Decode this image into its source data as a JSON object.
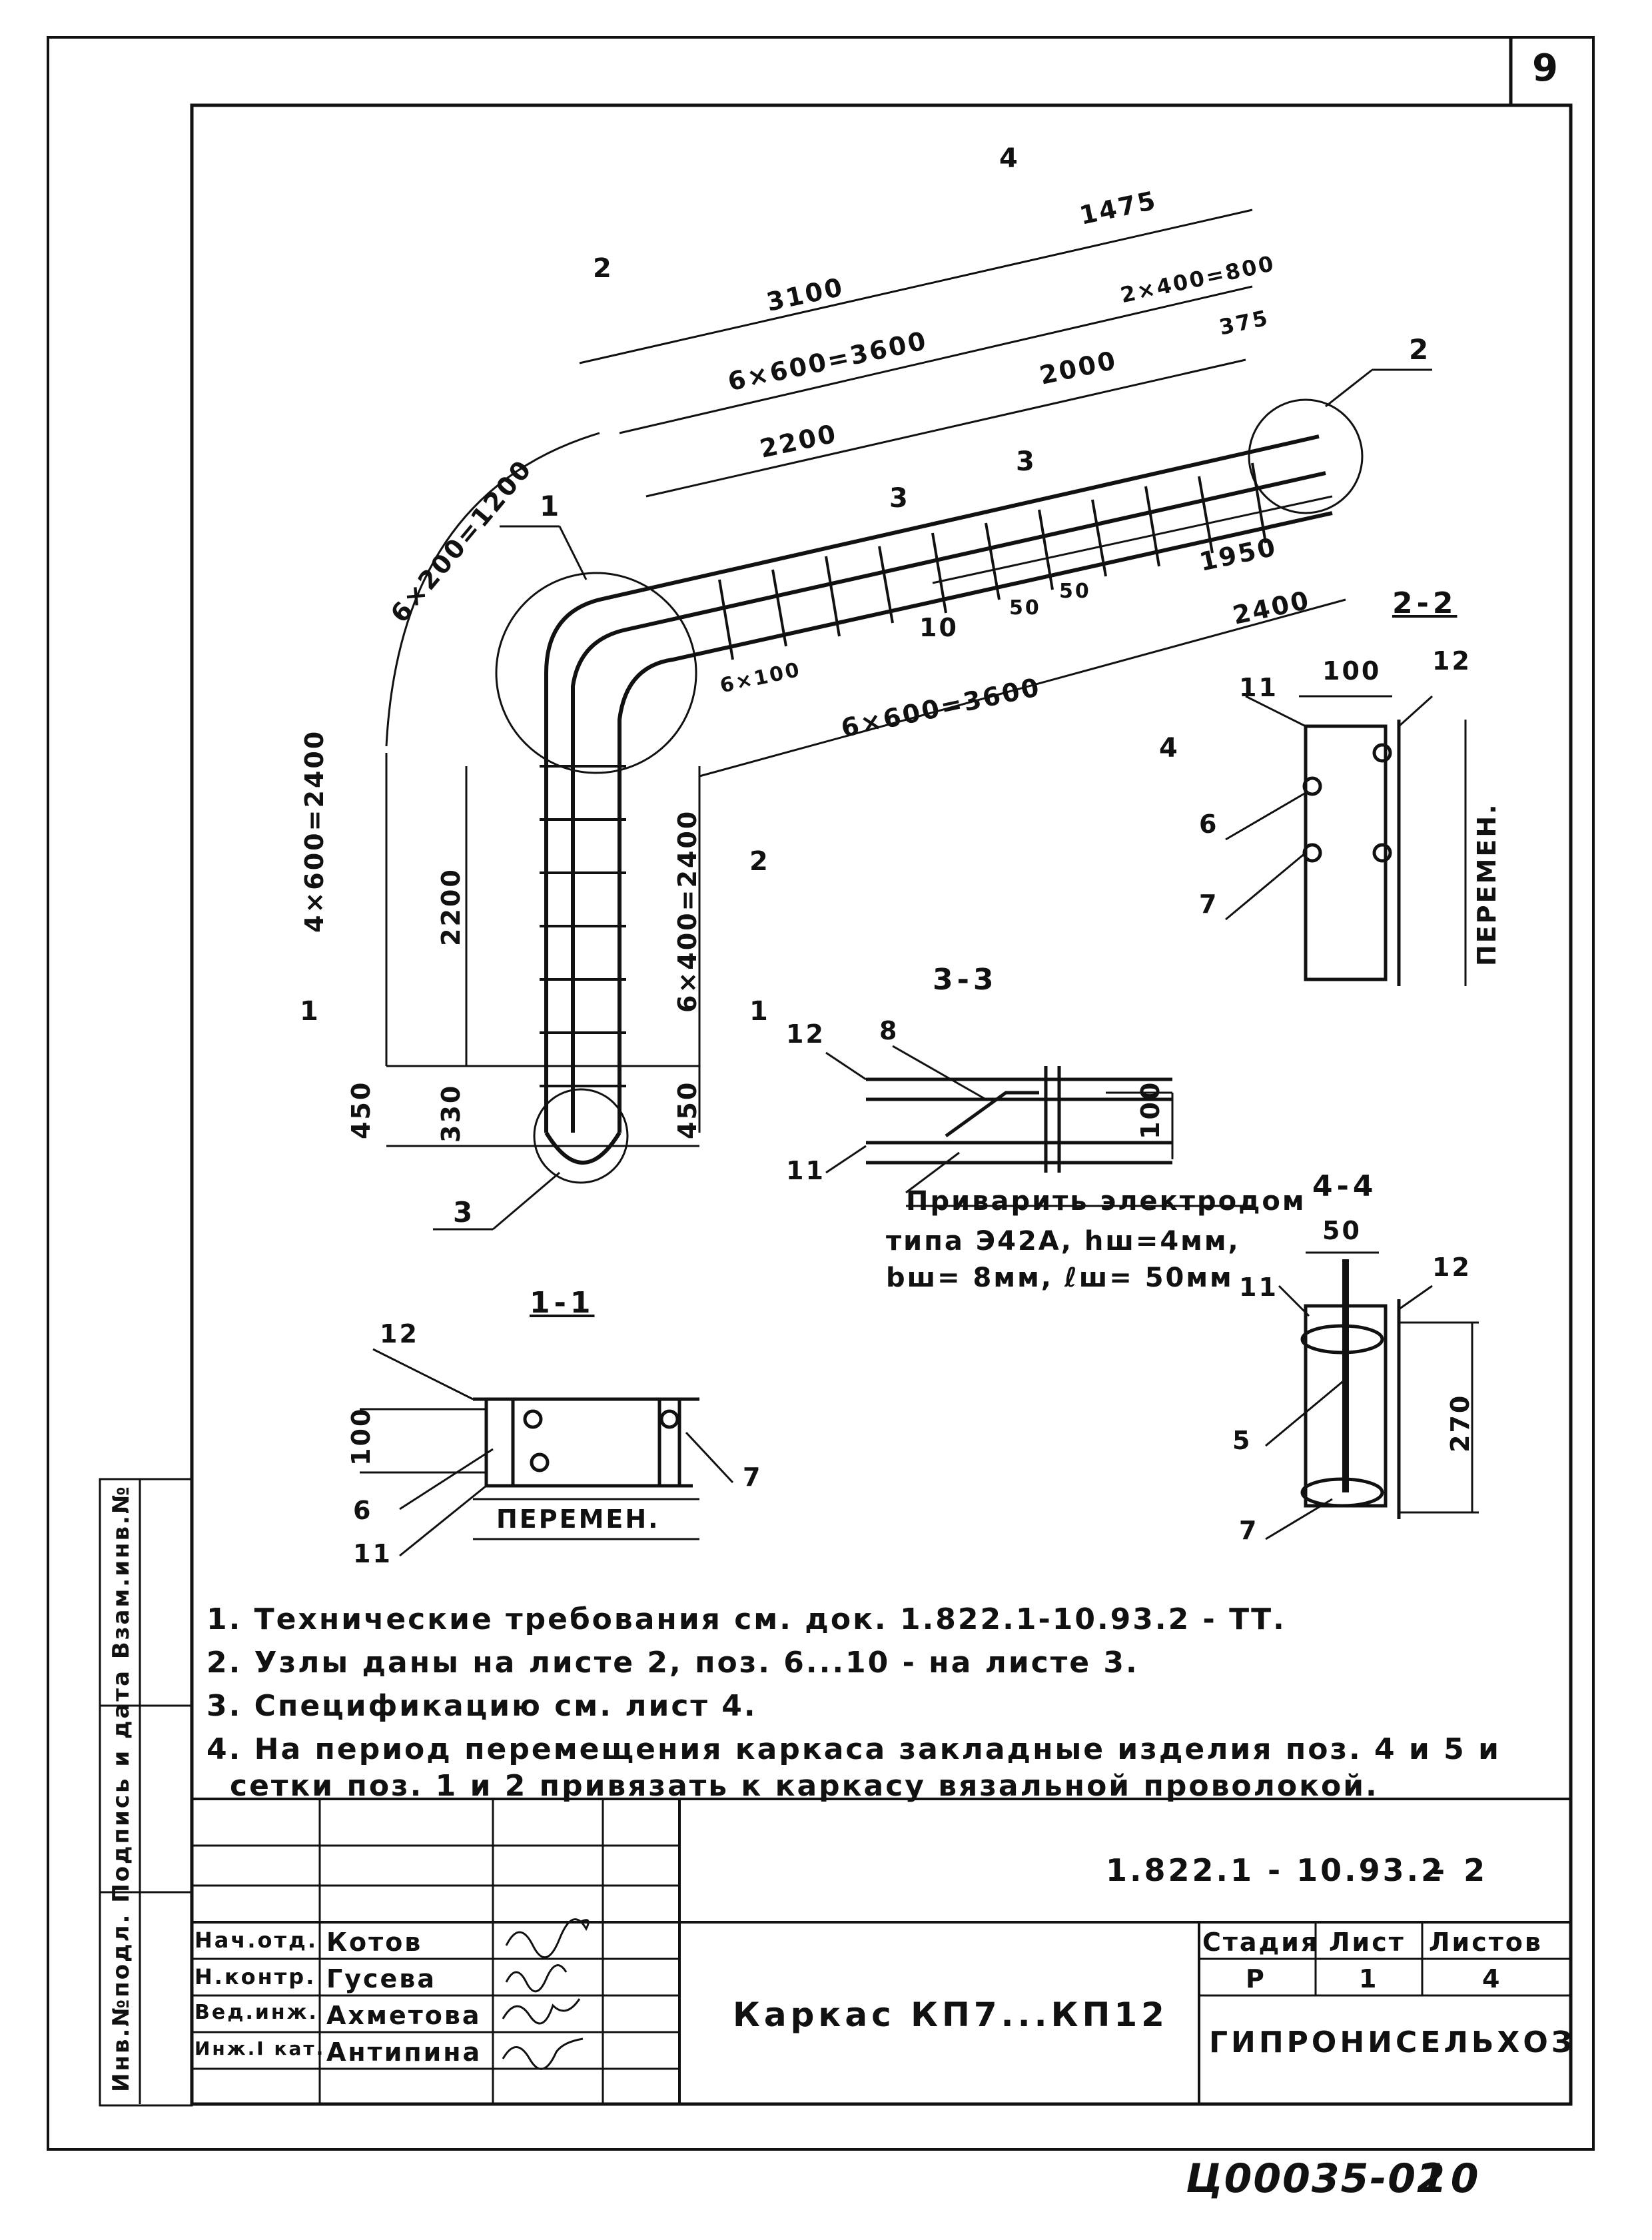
{
  "page_number": "9",
  "drawing": {
    "dims_top": [
      "1475",
      "3100",
      "2×400=800",
      "6×600=3600",
      "2000",
      "375",
      "2200",
      "1950",
      "2400",
      "50",
      "50",
      "10",
      "6×600=3600",
      "6×100"
    ],
    "dims_left": [
      "6×200=1200",
      "4×600=2400",
      "2200",
      "6×400=2400",
      "450",
      "330",
      "450"
    ],
    "section_marks": [
      "4",
      "2",
      "3",
      "3",
      "2",
      "4",
      "1",
      "1"
    ],
    "callouts": [
      "1",
      "2",
      "3"
    ]
  },
  "section_2_2": {
    "title": "2-2",
    "dim_top": "100",
    "side_label": "ПЕРЕМЕН.",
    "callouts": [
      "11",
      "12",
      "6",
      "7"
    ]
  },
  "section_3_3": {
    "title": "3-3",
    "dim": "100",
    "callouts": [
      "12",
      "8",
      "11"
    ],
    "weld_note": [
      "Приварить электродом",
      "типа Э42А, hш=4мм,",
      "bш= 8мм, ℓш= 50мм"
    ]
  },
  "section_4_4": {
    "title": "4-4",
    "dim_top": "50",
    "dim_side": "270",
    "callouts": [
      "11",
      "12",
      "5",
      "7"
    ]
  },
  "section_1_1": {
    "title": "1-1",
    "dim": "100",
    "bottom_label": "ПЕРЕМЕН.",
    "callouts": [
      "12",
      "7",
      "6",
      "11"
    ]
  },
  "notes": [
    "1. Технические требования см. док. 1.822.1-10.93.2 - ТТ.",
    "2. Узлы даны на листе 2, поз. 6...10 - на листе 3.",
    "3. Спецификацию см. лист 4.",
    "4. На период перемещения каркаса закладные изделия поз. 4 и 5 и",
    "сетки поз. 1 и 2 привязать к каркасу вязальной проволокой."
  ],
  "side_strip": "Инв.№подл. Подпись и дата Взам.инв.№",
  "title_block": {
    "doc_code": "1.822.1 - 10.93.2",
    "doc_suffix": "- 2",
    "title": "Каркас КП7...КП12",
    "stage_header": "Стадия",
    "sheet_header": "Лист",
    "sheets_header": "Листов",
    "stage": "Р",
    "sheet": "1",
    "sheets": "4",
    "org": "ГИПРОНИСЕЛЬХОЗ",
    "people": [
      {
        "role": "Нач.отд.",
        "name": "Котов"
      },
      {
        "role": "Н.контр.",
        "name": "Гусева"
      },
      {
        "role": "Вед.инж.",
        "name": "Ахметова"
      },
      {
        "role": "Инж.I кат.",
        "name": "Антипина"
      }
    ]
  },
  "footer_code": "Ц00035-02",
  "footer_num": "10"
}
